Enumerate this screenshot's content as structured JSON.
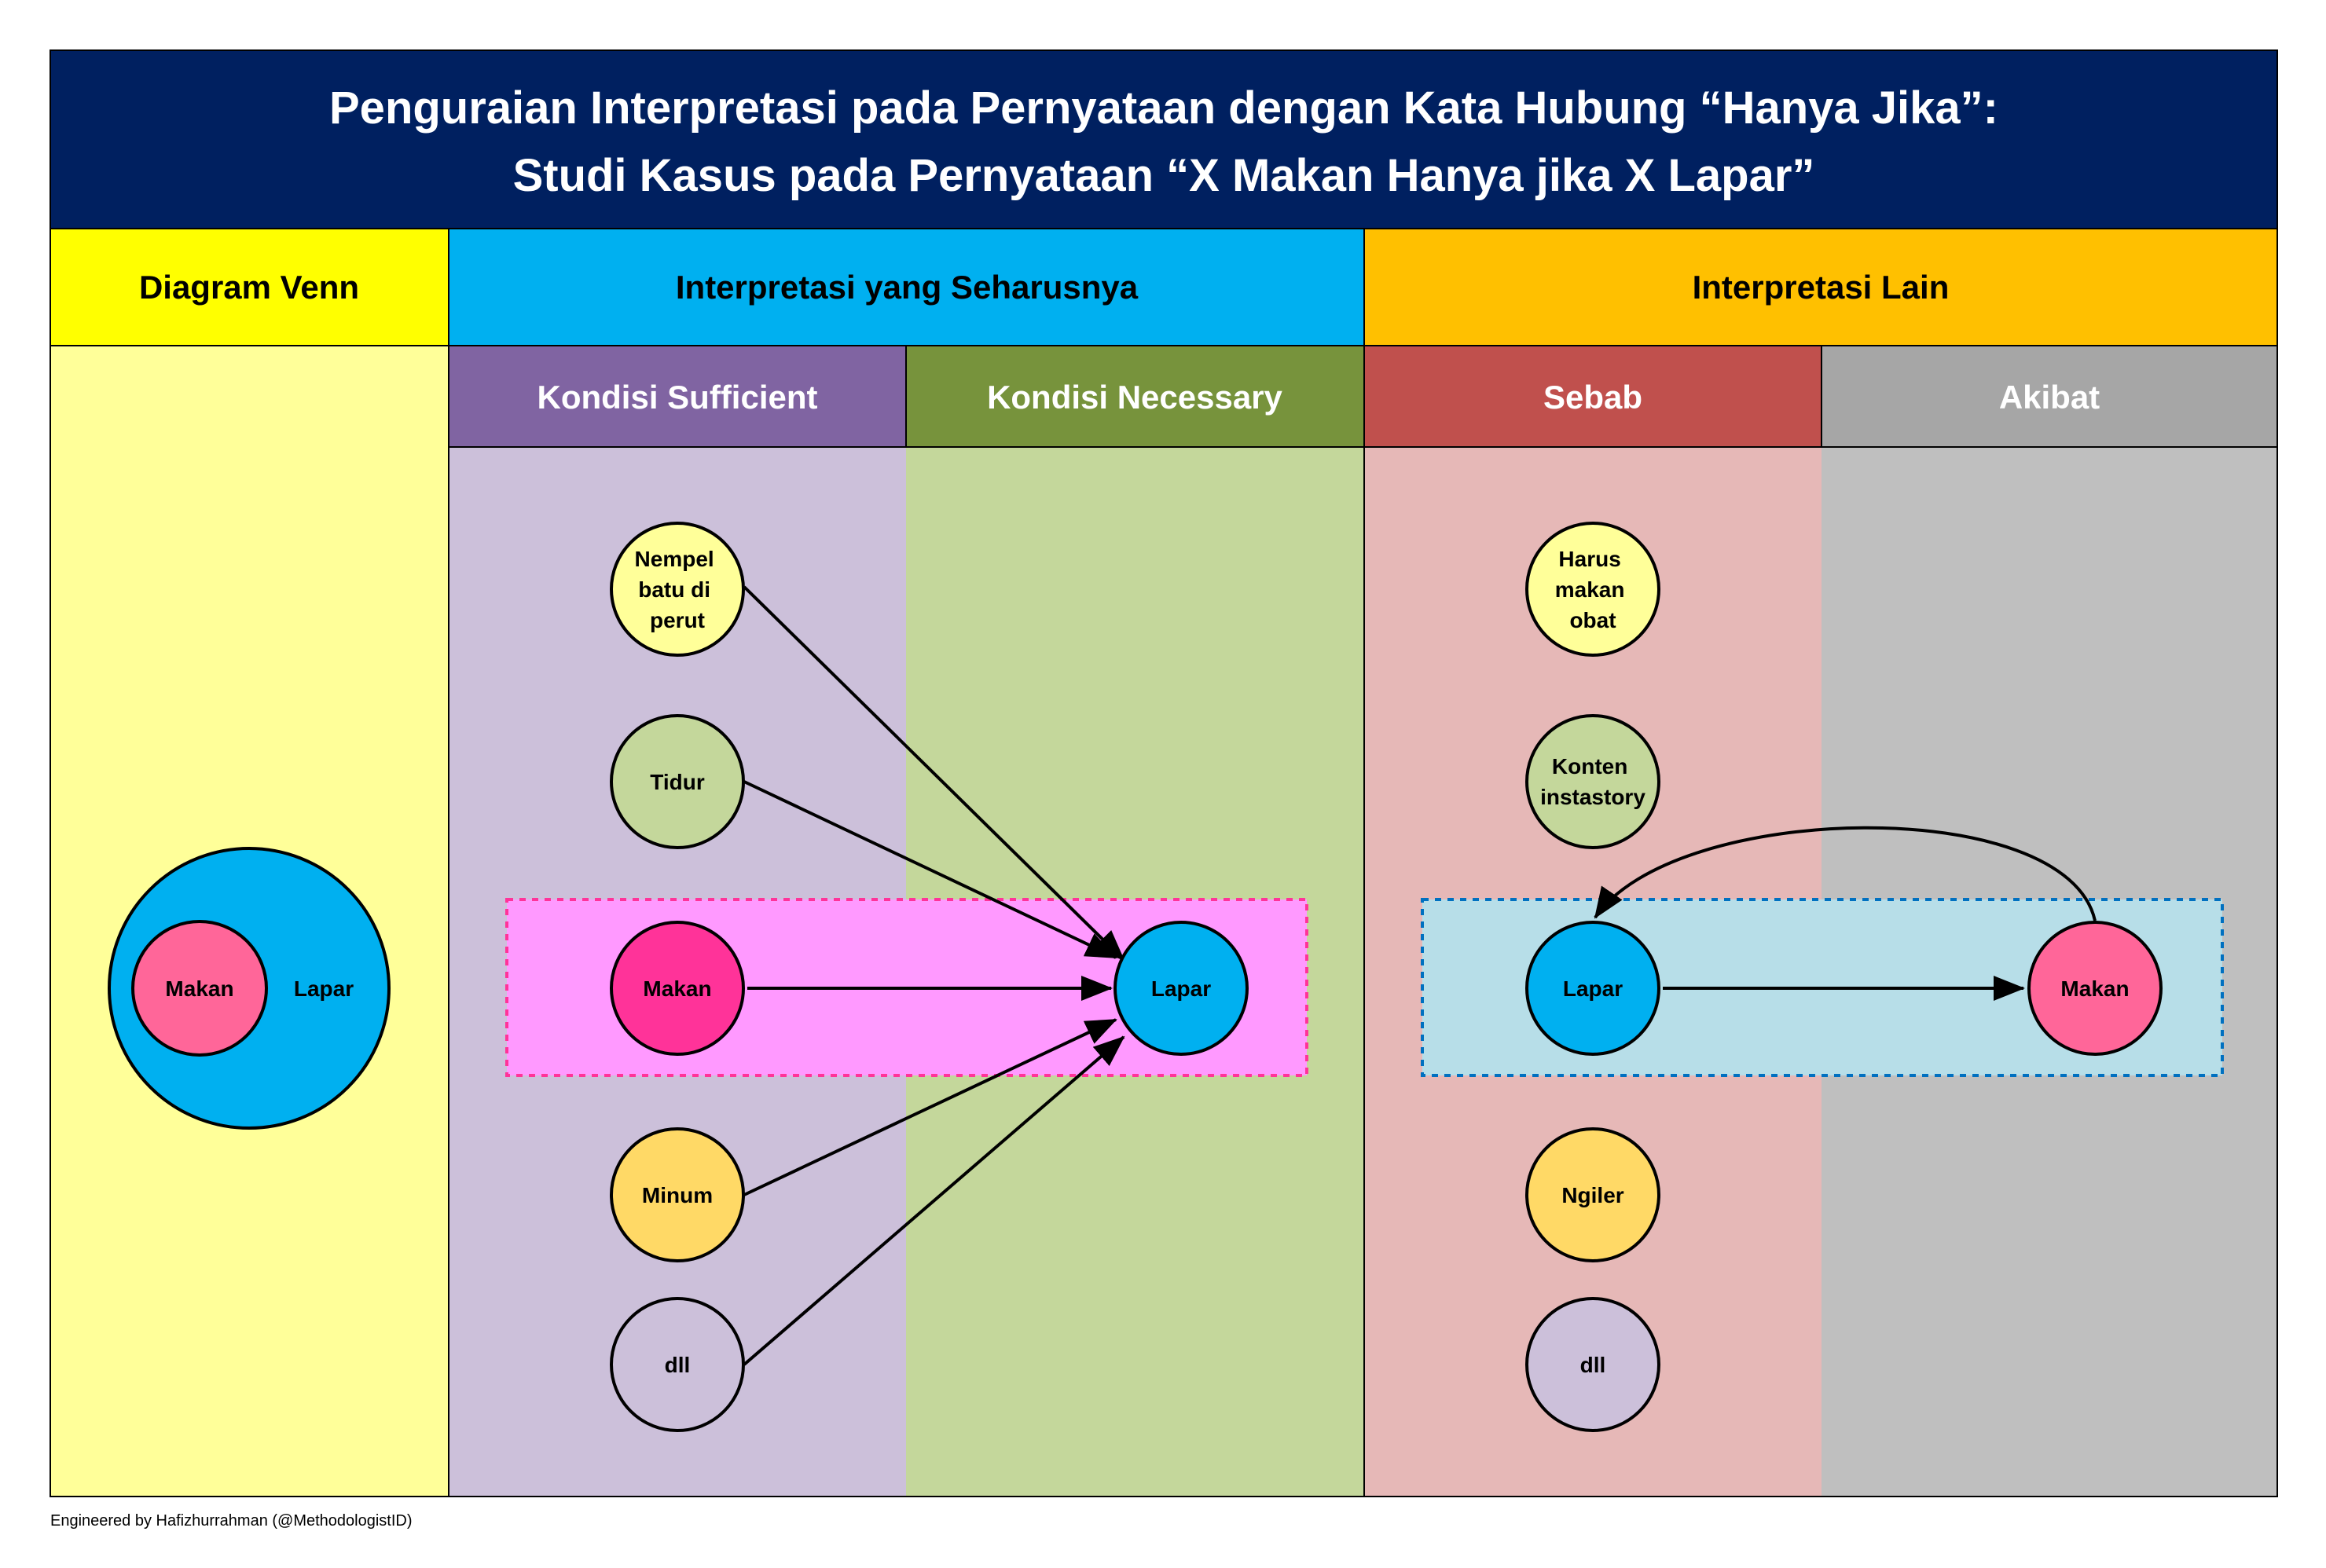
{
  "title": {
    "line1": "Penguraian Interpretasi pada Pernyataan dengan Kata Hubung “Hanya Jika”:",
    "line2": "Studi Kasus pada Pernyataan “X Makan Hanya jika X Lapar”"
  },
  "sections": {
    "venn": "Diagram Venn",
    "proper": "Interpretasi yang Seharusnya",
    "other": "Interpretasi Lain"
  },
  "subsections": {
    "sufficient": "Kondisi Sufficient",
    "necessary": "Kondisi Necessary",
    "cause": "Sebab",
    "effect": "Akibat"
  },
  "venn": {
    "inner": "Makan",
    "outer": "Lapar"
  },
  "proper_nodes": {
    "sufficient": [
      {
        "lines": [
          "Nempel",
          "batu di",
          "perut"
        ],
        "color": "#FFFF99"
      },
      {
        "lines": [
          "Tidur"
        ],
        "color": "#C4D79B"
      },
      {
        "lines": [
          "Makan"
        ],
        "color": "#FF3399"
      },
      {
        "lines": [
          "Minum"
        ],
        "color": "#FFD966"
      },
      {
        "lines": [
          "dll"
        ],
        "color": "#CCC0DA"
      }
    ],
    "necessary": {
      "lines": [
        "Lapar"
      ],
      "color": "#00B0F0"
    }
  },
  "other_nodes": {
    "cause": [
      {
        "lines": [
          "Harus",
          "makan",
          "obat"
        ],
        "color": "#FFFF99"
      },
      {
        "lines": [
          "Konten",
          "instastory"
        ],
        "color": "#C4D79B"
      },
      {
        "lines": [
          "Lapar"
        ],
        "color": "#00B0F0"
      },
      {
        "lines": [
          "Ngiler"
        ],
        "color": "#FFD966"
      },
      {
        "lines": [
          "dll"
        ],
        "color": "#CCC0DA"
      }
    ],
    "effect": {
      "lines": [
        "Makan"
      ],
      "color": "#FF6699"
    }
  },
  "footer": "Engineered by Hafizhurrahman (@MethodologistID)",
  "colors": {
    "title_bg": "#002060",
    "venn_header": "#FFFF00",
    "venn_body": "#FFFF99",
    "proper_header": "#00B0F0",
    "other_header": "#FFC000",
    "sufficient_header": "#8064A2",
    "sufficient_body": "#CCC0DA",
    "necessary_header": "#77933C",
    "necessary_body": "#C4D79B",
    "cause_header": "#C0504D",
    "cause_body": "#E6B8B7",
    "effect_header": "#A6A6A6",
    "effect_body": "#BFBFBF",
    "highlight_pink": "#FF99FF",
    "highlight_pink_border": "#FF3399",
    "highlight_blue": "#B7DEE8",
    "highlight_blue_border": "#0070C0",
    "venn_inner": "#FF6699",
    "venn_outer": "#00B0F0"
  }
}
